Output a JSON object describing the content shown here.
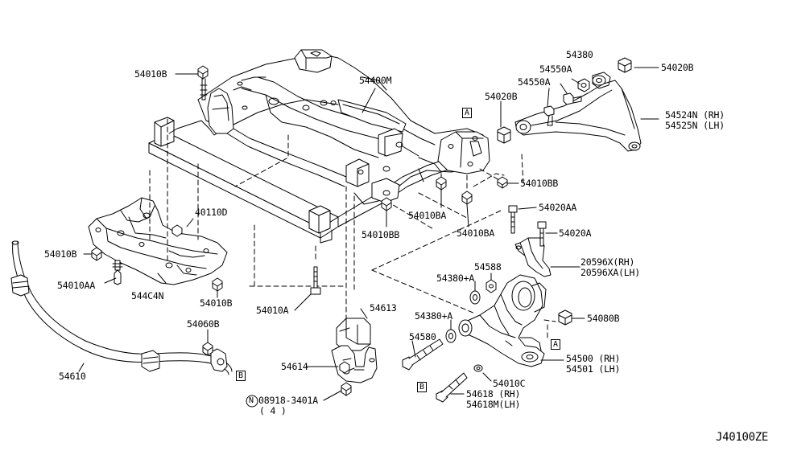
{
  "diagram_code": "J40100ZE",
  "labels": {
    "p54010B_top": "54010B",
    "p54400M": "54400M",
    "p54380": "54380",
    "p54550A_1": "54550A",
    "p54550A_2": "54550A",
    "p54020B_top": "54020B",
    "p54020B_mid": "54020B",
    "p54524N": "54524N (RH)",
    "p54525N": "54525N (LH)",
    "p54010BB_right": "54010BB",
    "p54010BA_1": "54010BA",
    "p54010BA_2": "54010BA",
    "p54010BB_mid": "54010BB",
    "p40110D": "40110D",
    "p54010B_left": "54010B",
    "p54010AA": "54010AA",
    "p544C4N": "544C4N",
    "p54010B_low": "54010B",
    "p54010A": "54010A",
    "p54020AA": "54020AA",
    "p54020A": "54020A",
    "p20596X": "20596X(RH)",
    "p20596XA": "20596XA(LH)",
    "p54588": "54588",
    "p54380A_1": "54380+A",
    "p54380A_2": "54380+A",
    "p54080B": "54080B",
    "p54613": "54613",
    "p54580": "54580",
    "p54060B": "54060B",
    "p54610": "54610",
    "p54614": "54614",
    "p54500": "54500 (RH)",
    "p54501": "54501 (LH)",
    "p54010C": "54010C",
    "p54618": "54618 (RH)",
    "p54618M": "54618M(LH)",
    "p08918": "08918-3401A",
    "p08918_qty": "( 4 )",
    "n_mark": "N"
  },
  "ref_marks": {
    "a_upper": "A",
    "a_lower": "A",
    "b_left": "B",
    "b_lower": "B"
  }
}
